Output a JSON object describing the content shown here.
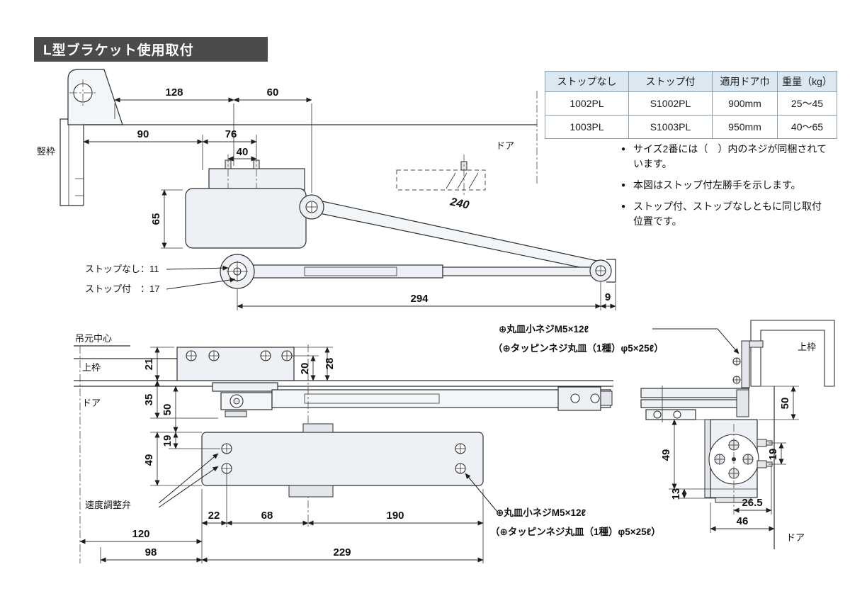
{
  "title": "L型ブラケット使用取付",
  "accent_colors": {
    "title_bar_bg": "#4b4b4d",
    "table_header_bg": "#dbe7f1",
    "table_border": "#8aa0b0"
  },
  "spec_table": {
    "headers": [
      "ストップなし",
      "ストップ付",
      "適用ドア巾",
      "重量（kg）"
    ],
    "rows": [
      [
        "1002PL",
        "S1002PL",
        "900mm",
        "25〜45"
      ],
      [
        "1003PL",
        "S1003PL",
        "950mm",
        "40〜65"
      ]
    ]
  },
  "notes": [
    "サイズ2番には（　）内のネジが同梱されています。",
    "本図はストップ付左勝手を示します。",
    "ストップ付、ストップなしともに同じ取付位置です。"
  ],
  "front_view": {
    "frame_label": "竪枠",
    "door_label": "ドア",
    "arm_label": "240",
    "stop_none_label": "ストップなし：11",
    "stop_with_label": "ストップ付　：17",
    "dims": {
      "d128": "128",
      "d60": "60",
      "d90": "90",
      "d76": "76",
      "d40": "40",
      "d65": "65",
      "d294": "294",
      "d9": "9"
    }
  },
  "plan_view": {
    "hinge_center_label": "吊元中心",
    "top_frame_label": "上枠",
    "door_label": "ドア",
    "valve_label": "速度調整弁",
    "dims": {
      "d21": "21",
      "d20": "20",
      "d28": "28",
      "d35": "35",
      "d50": "50",
      "d19": "19",
      "d49": "49",
      "d22": "22",
      "d68": "68",
      "d120": "120",
      "d190": "190",
      "d98": "98",
      "d229": "229"
    }
  },
  "side_view": {
    "top_frame_label": "上枠",
    "door_label": "ドア",
    "dims": {
      "d50": "50",
      "d19": "19",
      "d49": "49",
      "d13": "13",
      "d26_5": "26.5",
      "d46": "46"
    }
  },
  "screw_note": {
    "line1": "⊕丸皿小ネジM5×12ℓ",
    "line2": "（⊕タッピンネジ丸皿（1種）φ5×25ℓ）"
  }
}
